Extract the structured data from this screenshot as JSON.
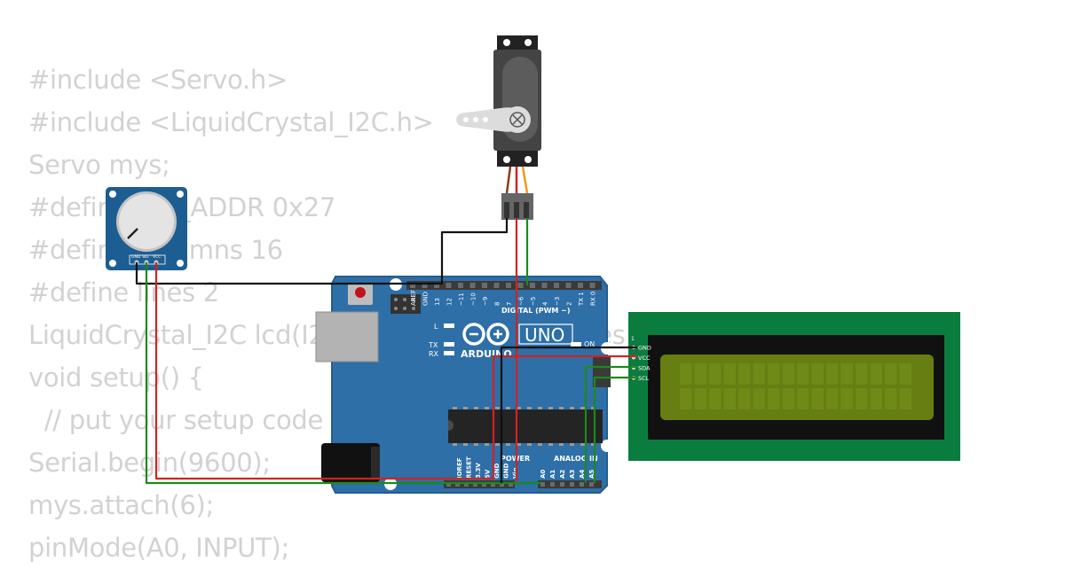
{
  "code_lines": [
    "#include <Servo.h>",
    "#include <LiquidCrystal_I2C.h>",
    "Servo mys;",
    "#define I2C_ADDR 0x27",
    "#define columns 16",
    "#define lines 2",
    "LiquidCrystal_I2C lcd(I2C_ADDR, columns, lines);",
    "void setup() {",
    "  // put your setup code here, to run once:",
    "Serial.begin(9600);",
    "mys.attach(6);",
    "pinMode(A0, INPUT);"
  ],
  "arduino": {
    "brand": "ARDUINO",
    "model": "UNO",
    "digital_label": "DIGITAL (PWM ~)",
    "on_label": "ON",
    "l_label": "L",
    "tx_label": "TX",
    "rx_label": "RX",
    "power_label": "POWER",
    "analog_label": "ANALOG IN",
    "top_pins": [
      "AREF",
      "GND",
      "13",
      "12",
      "~11",
      "~10",
      "~9",
      "8",
      "7",
      "~6",
      "~5",
      "4",
      "~3",
      "2",
      "TX 1",
      "RX 0"
    ],
    "power_pins": [
      "IOREF",
      "RESET",
      "3.3V",
      "5V",
      "GND",
      "GND",
      "Vin"
    ],
    "analog_pins": [
      "A0",
      "A1",
      "A2",
      "A3",
      "A4",
      "A5"
    ]
  },
  "potentiometer": {
    "pins": [
      "GND",
      "SIG",
      "VCC"
    ]
  },
  "lcd": {
    "pins": [
      "GND",
      "VCC",
      "SDA",
      "SCL"
    ],
    "pin1_label": "1"
  },
  "colors": {
    "board": "#2e6fa7",
    "lcd_pcb": "#0a7d3e",
    "lcd_screen": "#667e12",
    "wire_red": "#d32222",
    "wire_black": "#111111",
    "wire_green": "#1b8a1b",
    "wire_orange": "#f39a1b",
    "wire_brown": "#8a3b1d",
    "code_text": "#d2d2d2"
  }
}
